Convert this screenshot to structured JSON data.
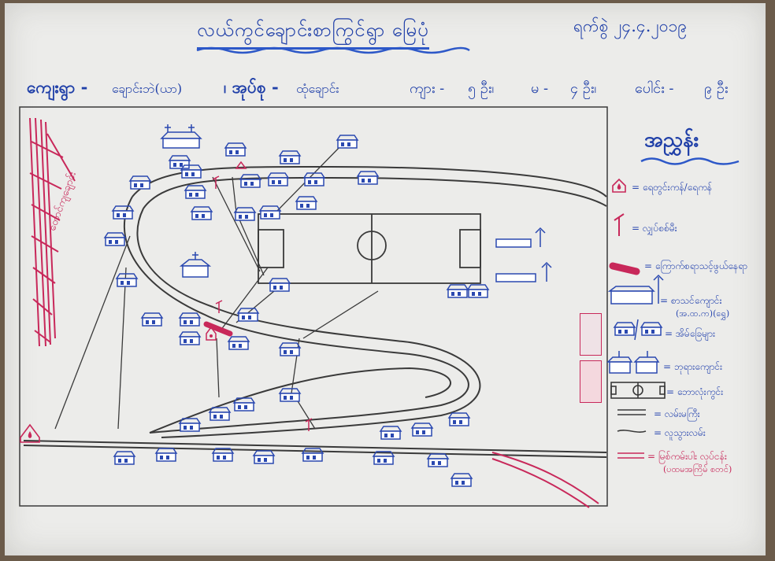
{
  "header": {
    "title": "လယ်ကွင်ချောင်းစာကြွင်ရွာ မြေပုံ",
    "date": "ရက်စွဲ ၂၄.၄.၂၀၁၉"
  },
  "info": {
    "village_label": "ကျေးရွာ -",
    "village_value": "ချောင်းဘဲ(ယာ)",
    "group_label": "၊ အုပ်စု -",
    "group_value": "ထုံချောင်း",
    "men_label": "ကျား -",
    "men_value": "၅ ဦး၊",
    "women_label": "မ -",
    "women_value": "၄ ဦး၊",
    "total_label": "ပေါင်း -",
    "total_value": "၉ ဦး"
  },
  "map": {
    "river_label": "တောင်ကျချောင်း",
    "colors": {
      "ink": "#3a3a3a",
      "blue": "#2a48b0",
      "red": "#c8285a"
    }
  },
  "legend": {
    "title": "အညွှန်း",
    "items": [
      {
        "icon": "water-point-icon",
        "label": "= ရေတွင်းကန်/ရေကန်"
      },
      {
        "icon": "electric-pole-icon",
        "label": "= လျှပ်စစ်မီး"
      },
      {
        "icon": "hazard-zone-icon",
        "label": "= ကြောက်စရာသင့်ဖွယ်နေရာ"
      },
      {
        "icon": "school-icon",
        "label": "= စာသင်ကျောင်း",
        "sub": "(အ.ထ.က)(ရွှေ)"
      },
      {
        "icon": "house-icon",
        "label": "= အိမ်ခြေများ"
      },
      {
        "icon": "church-icon",
        "label": "= ဘုရားကျောင်း"
      },
      {
        "icon": "football-field-icon",
        "label": "= ဘောလုံးကွင်း"
      },
      {
        "icon": "main-road-icon",
        "label": "= လမ်းမကြီး"
      },
      {
        "icon": "footpath-icon",
        "label": "= လူသွားလမ်း"
      },
      {
        "icon": "river-bank-icon",
        "label": "= မြစ်ကမ်းပါး လုပ်ငန်း",
        "sub": "(ပထမအကြိမ် စတင်)"
      }
    ]
  }
}
